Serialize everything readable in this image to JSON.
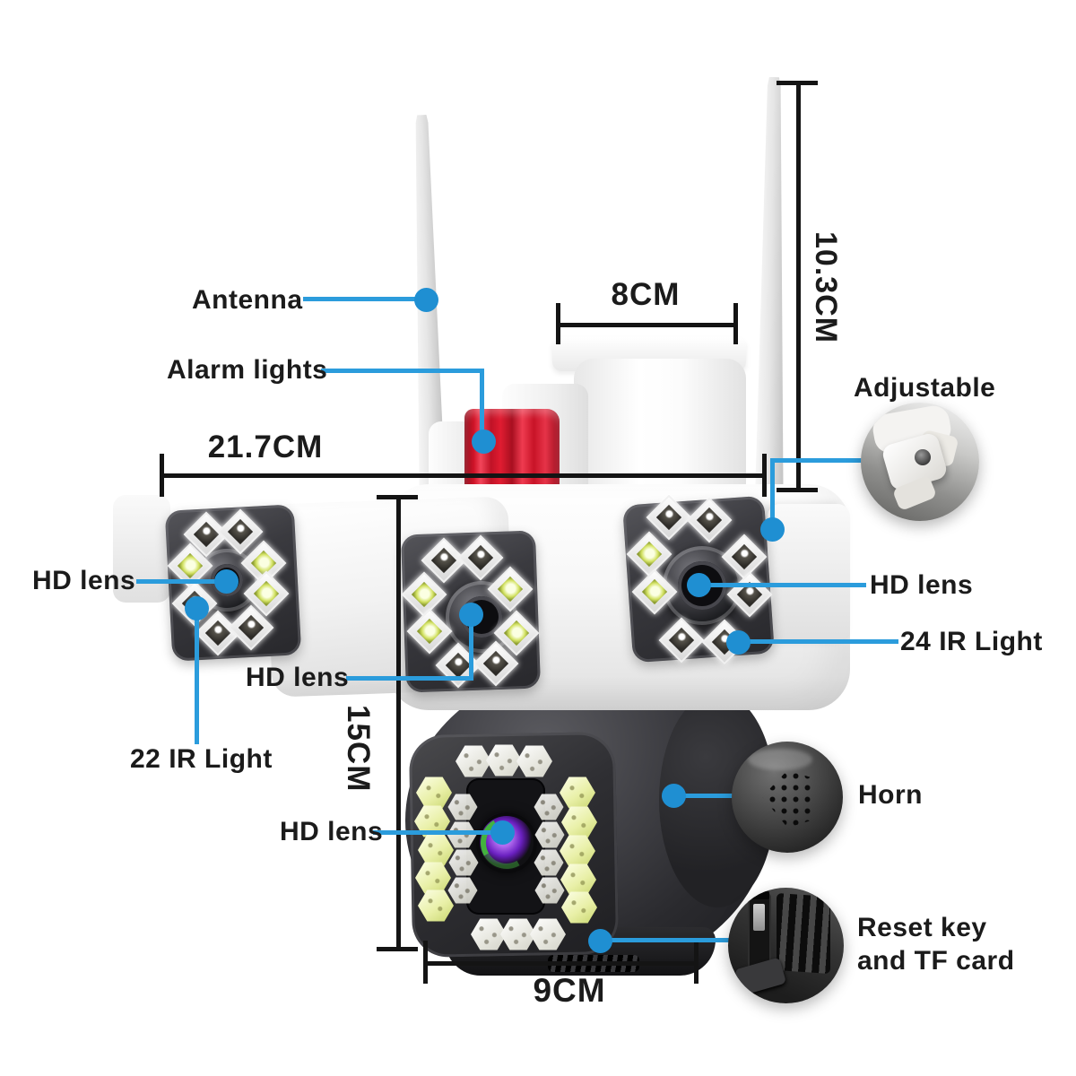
{
  "callouts": {
    "antenna": "Antenna",
    "alarm_lights": "Alarm lights",
    "adjustable": "Adjustable",
    "hd_lens_left": "HD lens",
    "hd_lens_center": "HD lens",
    "hd_lens_right": "HD lens",
    "ir_light_right": "24 IR Light",
    "ir_light_left": "22 IR Light",
    "hd_lens_ptz": "HD lens",
    "horn": "Horn",
    "reset_line1": "Reset key",
    "reset_line2": "and TF card"
  },
  "dimensions": {
    "top_width": "8CM",
    "antenna_height": "10.3CM",
    "overall_width": "21.7CM",
    "body_height": "15CM",
    "base_width": "9CM"
  },
  "colors": {
    "callout_line": "#2b9cdc",
    "callout_dot": "#1f8fd2",
    "dimension_line": "#141414",
    "label_text": "#1b1b1b",
    "alarm_red": "#d41829",
    "ptz_lens_purple": "#7a2bd6",
    "led_white": "#f4f4f2",
    "panel_dark": "#2e2e32",
    "body_white": "#f5f5f5"
  }
}
